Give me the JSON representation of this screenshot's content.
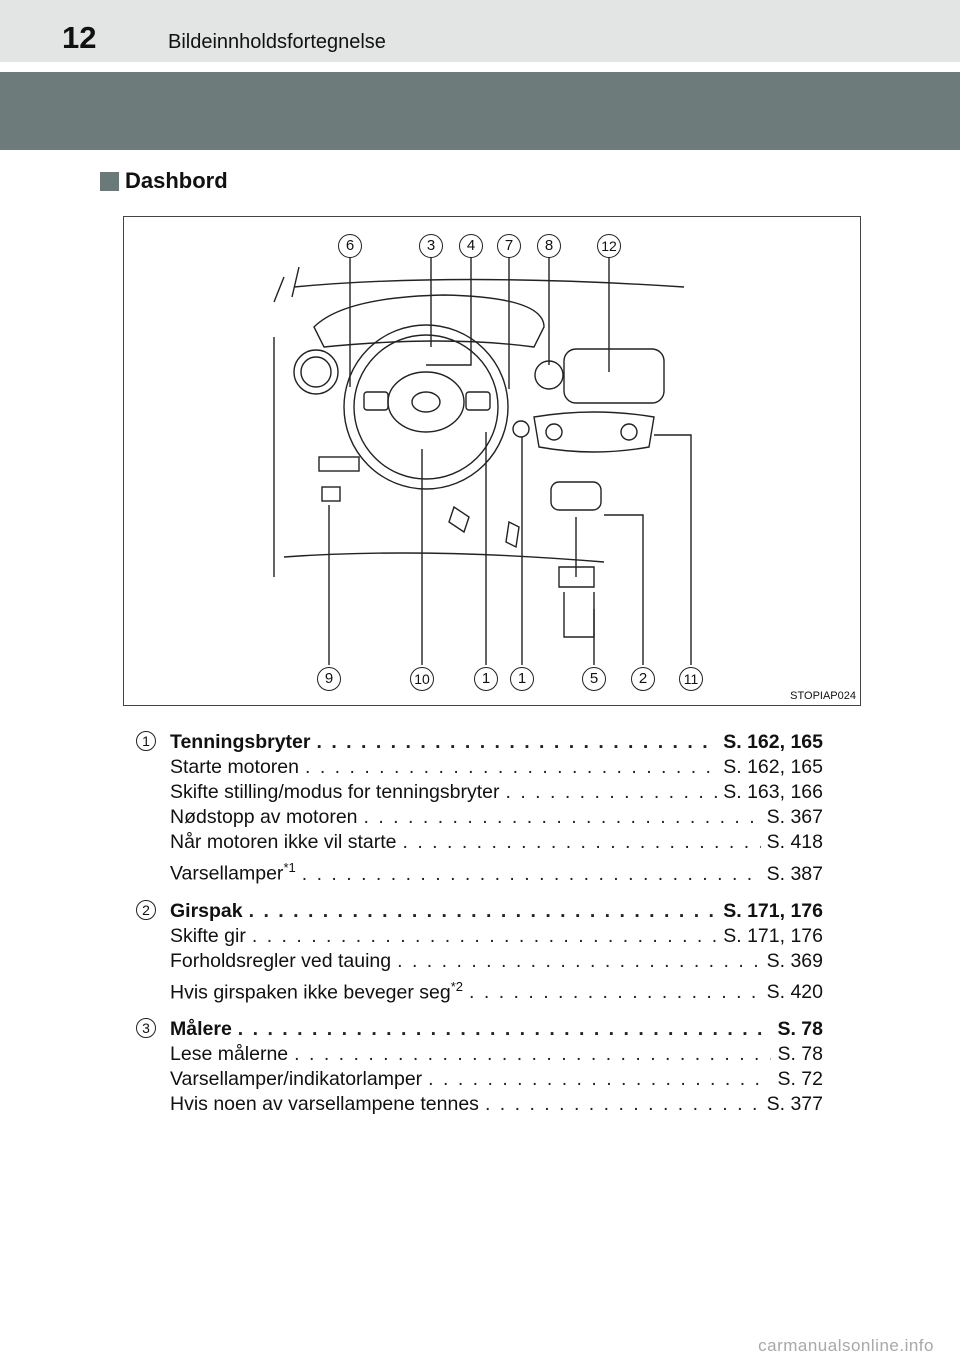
{
  "header": {
    "page_number": "12",
    "chapter_title": "Bildeinnholdsfortegnelse"
  },
  "section": {
    "title": "Dashbord"
  },
  "figure": {
    "code": "STOPIAP024",
    "top_callouts": [
      "6",
      "3",
      "4",
      "7",
      "8",
      "12"
    ],
    "bottom_callouts": [
      "9",
      "10",
      "1",
      "1",
      "5",
      "2",
      "11"
    ]
  },
  "entries": [
    {
      "number": "1",
      "title": "Tenningsbryter",
      "title_page": "S. 162, 165",
      "subs": [
        {
          "label": "Starte motoren",
          "page": "S. 162, 165"
        },
        {
          "label": "Skifte stilling/modus for tenningsbryter",
          "page": "S. 163, 166"
        },
        {
          "label": "Nødstopp av motoren",
          "page": "S. 367"
        },
        {
          "label": "Når motoren ikke vil starte",
          "page": "S. 418"
        },
        {
          "label": "Varsellamper",
          "note": "*1",
          "page": "S. 387"
        }
      ]
    },
    {
      "number": "2",
      "title": "Girspak",
      "title_page": "S. 171, 176",
      "subs": [
        {
          "label": "Skifte gir",
          "page": "S. 171, 176"
        },
        {
          "label": "Forholdsregler ved tauing",
          "page": "S. 369"
        },
        {
          "label": "Hvis girspaken ikke beveger seg",
          "note": "*2",
          "page": "S. 420"
        }
      ]
    },
    {
      "number": "3",
      "title": "Målere",
      "title_page": "S. 78",
      "subs": [
        {
          "label": "Lese målerne",
          "page": "S. 78"
        },
        {
          "label": "Varsellamper/indikatorlamper",
          "page": "S. 72"
        },
        {
          "label": "Hvis noen av varsellampene tennes",
          "page": "S. 377"
        }
      ]
    }
  ],
  "footer": {
    "watermark": "carmanualsonline.info"
  }
}
